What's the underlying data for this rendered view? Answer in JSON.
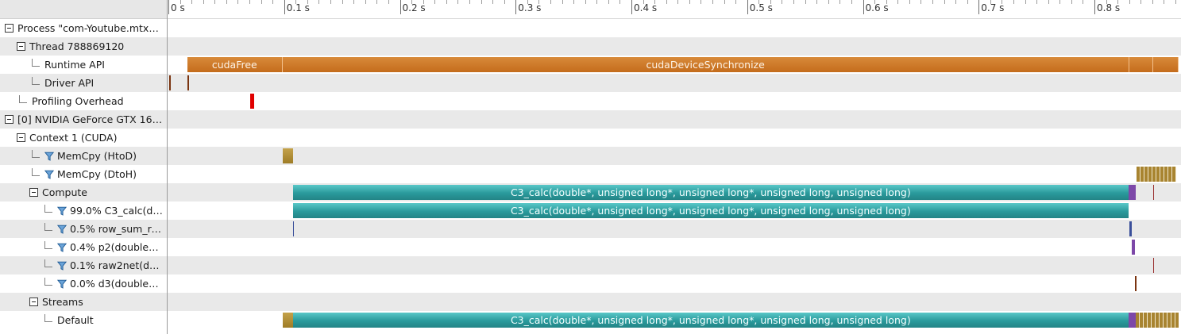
{
  "window": {
    "title": ""
  },
  "colors": {
    "runtime_api": "#c96f1f",
    "kernel": "#2f9fa0",
    "memcpy": "#a88430",
    "overhead": "#e00000",
    "driver_tick": "#7a3410",
    "row_alt": "#e9e9e9",
    "purple_kernel": "#7d48a8",
    "blue_kernel": "#3a4f9a"
  },
  "tree": {
    "rows": [
      {
        "label": "Process \"com-Youtube.mtx\" (...",
        "indent": 0,
        "expander": true,
        "filter": false,
        "branch": false,
        "name": "tree-process"
      },
      {
        "label": "Thread 788869120",
        "indent": 1,
        "expander": true,
        "filter": false,
        "branch": false,
        "name": "tree-thread"
      },
      {
        "label": "Runtime API",
        "indent": 2,
        "expander": false,
        "filter": false,
        "branch": true,
        "name": "tree-runtime-api"
      },
      {
        "label": "Driver API",
        "indent": 2,
        "expander": false,
        "filter": false,
        "branch": true,
        "name": "tree-driver-api"
      },
      {
        "label": "Profiling Overhead",
        "indent": 1,
        "expander": false,
        "filter": false,
        "branch": true,
        "name": "tree-profiling-overhead"
      },
      {
        "label": "[0] NVIDIA GeForce GTX 1650",
        "indent": 0,
        "expander": true,
        "filter": false,
        "branch": false,
        "name": "tree-gpu"
      },
      {
        "label": "Context 1 (CUDA)",
        "indent": 1,
        "expander": true,
        "filter": false,
        "branch": false,
        "name": "tree-context"
      },
      {
        "label": "MemCpy (HtoD)",
        "indent": 2,
        "expander": false,
        "filter": true,
        "branch": true,
        "name": "tree-memcpy-htod"
      },
      {
        "label": "MemCpy (DtoH)",
        "indent": 2,
        "expander": false,
        "filter": true,
        "branch": true,
        "name": "tree-memcpy-dtoh"
      },
      {
        "label": "Compute",
        "indent": 2,
        "expander": true,
        "filter": false,
        "branch": false,
        "name": "tree-compute"
      },
      {
        "label": "99.0% C3_calc(do...",
        "indent": 3,
        "expander": false,
        "filter": true,
        "branch": true,
        "name": "tree-kernel-c3-calc"
      },
      {
        "label": "0.5% row_sum_re...",
        "indent": 3,
        "expander": false,
        "filter": true,
        "branch": true,
        "name": "tree-kernel-row-sum"
      },
      {
        "label": "0.4% p2(double*, ...",
        "indent": 3,
        "expander": false,
        "filter": true,
        "branch": true,
        "name": "tree-kernel-p2"
      },
      {
        "label": "0.1% raw2net(dou...",
        "indent": 3,
        "expander": false,
        "filter": true,
        "branch": true,
        "name": "tree-kernel-raw2net"
      },
      {
        "label": "0.0% d3(double*, ...",
        "indent": 3,
        "expander": false,
        "filter": true,
        "branch": true,
        "name": "tree-kernel-d3"
      },
      {
        "label": "Streams",
        "indent": 2,
        "expander": true,
        "filter": false,
        "branch": false,
        "name": "tree-streams"
      },
      {
        "label": "Default",
        "indent": 3,
        "expander": false,
        "filter": false,
        "branch": true,
        "name": "tree-stream-default"
      }
    ]
  },
  "timeline": {
    "ruler": {
      "ticks": [
        {
          "label": "0 s",
          "t": 0.0
        },
        {
          "label": "0.1 s",
          "t": 0.1
        },
        {
          "label": "0.2 s",
          "t": 0.2
        },
        {
          "label": "0.3 s",
          "t": 0.3
        },
        {
          "label": "0.4 s",
          "t": 0.4
        },
        {
          "label": "0.5 s",
          "t": 0.5
        },
        {
          "label": "0.6 s",
          "t": 0.6
        },
        {
          "label": "0.7 s",
          "t": 0.7
        },
        {
          "label": "0.8 s",
          "t": 0.8
        }
      ]
    },
    "lanes": [
      {
        "row": 2,
        "events": [
          {
            "label": "cudaFree",
            "start": 0.0165,
            "end": 0.0985,
            "kind": "runtime",
            "name": "event-cudafree"
          },
          {
            "label": "cudaDeviceSynchronize",
            "start": 0.0985,
            "end": 0.83,
            "kind": "runtime",
            "name": "event-cuda-device-synchronize"
          },
          {
            "label": "",
            "start": 0.83,
            "end": 0.8505,
            "kind": "runtime",
            "name": "event-runtime-tail-1"
          },
          {
            "label": "",
            "start": 0.8505,
            "end": 0.873,
            "kind": "runtime",
            "name": "event-runtime-tail-2"
          }
        ]
      },
      {
        "row": 3,
        "events": [
          {
            "label": "",
            "start": 0.0005,
            "end": 0.0012,
            "kind": "driver",
            "name": "event-driver-1"
          },
          {
            "label": "",
            "start": 0.0162,
            "end": 0.017,
            "kind": "driver",
            "name": "event-driver-2"
          }
        ]
      },
      {
        "row": 4,
        "events": [
          {
            "label": "",
            "start": 0.0708,
            "end": 0.074,
            "kind": "overhead",
            "name": "event-profiling-overhead"
          }
        ]
      },
      {
        "row": 7,
        "events": [
          {
            "label": "",
            "start": 0.0985,
            "end": 0.1075,
            "kind": "memcpy",
            "name": "event-memcpy-htod"
          }
        ]
      },
      {
        "row": 8,
        "events": [
          {
            "label": "",
            "start": 0.8365,
            "end": 0.871,
            "kind": "memcpy-multi",
            "name": "event-memcpy-dtoh"
          }
        ]
      },
      {
        "row": 9,
        "events": [
          {
            "label": "C3_calc(double*, unsigned long*, unsigned long*, unsigned long, unsigned long)",
            "start": 0.1075,
            "end": 0.8295,
            "kind": "kernel",
            "name": "event-compute-c3-calc"
          },
          {
            "label": "",
            "start": 0.8295,
            "end": 0.8355,
            "kind": "purple",
            "name": "event-compute-small"
          },
          {
            "label": "",
            "start": 0.8505,
            "end": 0.8512,
            "kind": "thin-red",
            "name": "event-compute-raw2net"
          }
        ]
      },
      {
        "row": 10,
        "events": [
          {
            "label": "C3_calc(double*, unsigned long*, unsigned long*, unsigned long, unsigned long)",
            "start": 0.1075,
            "end": 0.8295,
            "kind": "kernel",
            "name": "event-kernel-c3-calc"
          }
        ]
      },
      {
        "row": 11,
        "events": [
          {
            "label": "",
            "start": 0.1078,
            "end": 0.1086,
            "kind": "thin-blue",
            "name": "event-kernel-row-sum-1"
          },
          {
            "label": "",
            "start": 0.8302,
            "end": 0.8325,
            "kind": "blue",
            "name": "event-kernel-row-sum-2"
          }
        ]
      },
      {
        "row": 12,
        "events": [
          {
            "label": "",
            "start": 0.8322,
            "end": 0.8345,
            "kind": "purple",
            "name": "event-kernel-p2"
          }
        ]
      },
      {
        "row": 13,
        "events": [
          {
            "label": "",
            "start": 0.8505,
            "end": 0.8512,
            "kind": "thin-red",
            "name": "event-kernel-raw2net"
          }
        ]
      },
      {
        "row": 14,
        "events": [
          {
            "label": "",
            "start": 0.8352,
            "end": 0.8359,
            "kind": "thin-brown",
            "name": "event-kernel-d3"
          }
        ]
      },
      {
        "row": 16,
        "events": [
          {
            "label": "",
            "start": 0.0985,
            "end": 0.1075,
            "kind": "memcpy",
            "name": "event-stream-memcpy-htod"
          },
          {
            "label": "C3_calc(double*, unsigned long*, unsigned long*, unsigned long, unsigned long)",
            "start": 0.1075,
            "end": 0.8295,
            "kind": "kernel",
            "name": "event-stream-c3-calc"
          },
          {
            "label": "",
            "start": 0.8295,
            "end": 0.8355,
            "kind": "purple",
            "name": "event-stream-small"
          },
          {
            "label": "",
            "start": 0.8355,
            "end": 0.873,
            "kind": "memcpy-multi",
            "name": "event-stream-memcpy-dtoh"
          }
        ]
      }
    ]
  }
}
